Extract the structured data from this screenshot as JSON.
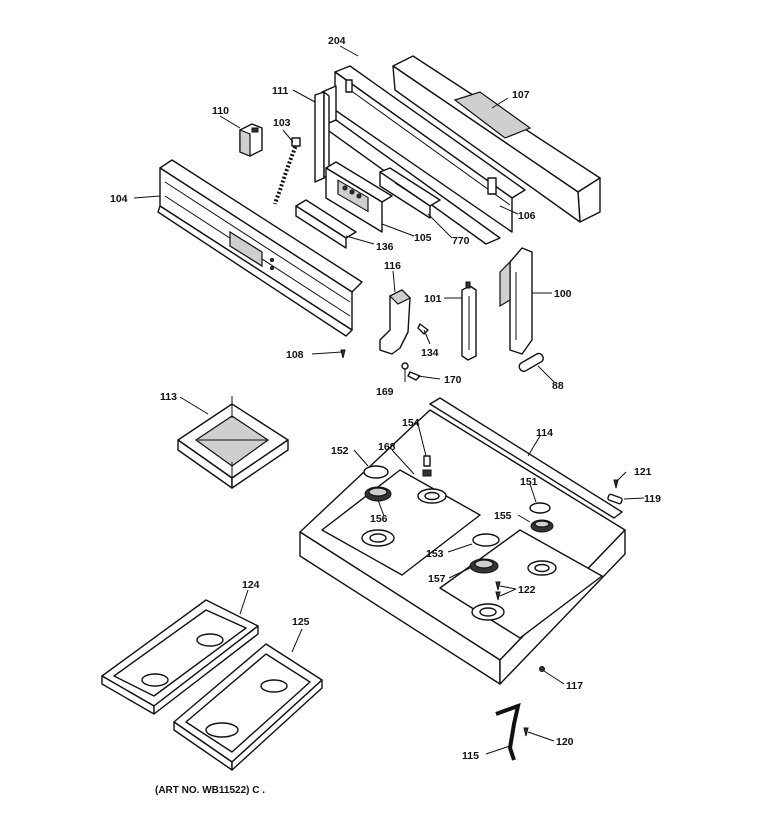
{
  "labels": {
    "p204": "204",
    "p111": "111",
    "p107": "107",
    "p110": "110",
    "p103": "103",
    "p104": "104",
    "p106": "106",
    "p136": "136",
    "p105": "105",
    "p770": "770",
    "p116": "116",
    "p101": "101",
    "p100": "100",
    "p108": "108",
    "p134": "134",
    "p169": "169",
    "p170": "170",
    "p88": "88",
    "p113": "113",
    "p154": "154",
    "p114": "114",
    "p152": "152",
    "p168": "168",
    "p121": "121",
    "p151": "151",
    "p119": "119",
    "p156": "156",
    "p155": "155",
    "p153": "153",
    "p157": "157",
    "p122": "122",
    "p124": "124",
    "p125": "125",
    "p117": "117",
    "p120": "120",
    "p115": "115"
  },
  "art_number": "(ART NO. WB11522) C ."
}
